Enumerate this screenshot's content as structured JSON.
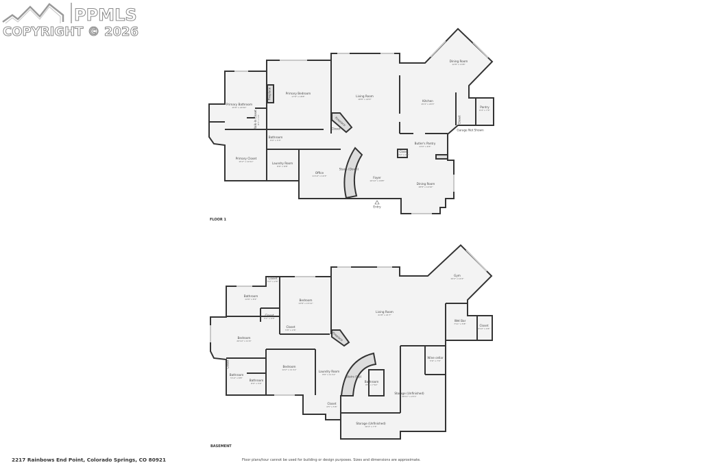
{
  "logo": {
    "brand": "PPMLS",
    "copyright": "COPYRIGHT © 2026"
  },
  "floor1": {
    "label": "FLOOR 1",
    "rooms": [
      {
        "name": "Primary Bathroom",
        "dims": "15'6\" x 20'10\""
      },
      {
        "name": "Primary Bedroom",
        "dims": "17'6\" x 18'8\""
      },
      {
        "name": "Fireplace",
        "dims": ""
      },
      {
        "name": "Walk-In Closet",
        "dims": "8'5\" x 5'6\""
      },
      {
        "name": "Bathroom",
        "dims": "8'0\" x 5'3\""
      },
      {
        "name": "Primary Closet",
        "dims": "15'2\" x 10'11\""
      },
      {
        "name": "Laundry Room",
        "dims": "8'6\" x 8'8\""
      },
      {
        "name": "Office",
        "dims": "11'10\" x 10'3\""
      },
      {
        "name": "Living Room",
        "dims": "18'8\" x 22'0\""
      },
      {
        "name": "Fireplace",
        "dims": ""
      },
      {
        "name": "Closet",
        "dims": ""
      },
      {
        "name": "Kitchen",
        "dims": "15'4\" x 20'3\""
      },
      {
        "name": "Dining Room",
        "dims": "12'8\" x 13'8\""
      },
      {
        "name": "Pantry",
        "dims": "6'4\" x 7'4\""
      },
      {
        "name": "Closet",
        "dims": ""
      },
      {
        "name": "Garage Not Shown",
        "dims": ""
      },
      {
        "name": "Butler's Pantry",
        "dims": "13'0\" x 6'5\""
      },
      {
        "name": "Closet",
        "dims": "3'2\" x 2'4\""
      },
      {
        "name": "Stairs (Down)",
        "dims": ""
      },
      {
        "name": "Foyer",
        "dims": "10'10\" x 18'8\""
      },
      {
        "name": "Dining Room",
        "dims": "18'8\" x 14'10\""
      },
      {
        "name": "Entry",
        "dims": ""
      }
    ]
  },
  "basement": {
    "label": "BASEMENT",
    "rooms": [
      {
        "name": "Closet",
        "dims": "5'2\" x 2'6\""
      },
      {
        "name": "Bathroom",
        "dims": "14'6\" x 8'2\""
      },
      {
        "name": "Bedroom",
        "dims": "13'8\" x 15'11\""
      },
      {
        "name": "Closet",
        "dims": "5'1\" x 6'8\""
      },
      {
        "name": "Closet",
        "dims": "5'8\" x 2'6\""
      },
      {
        "name": "Bedroom",
        "dims": "20'10\" x 11'9\""
      },
      {
        "name": "Fireplace",
        "dims": ""
      },
      {
        "name": "Living Room",
        "dims": "21'8\" x 21'7\""
      },
      {
        "name": "Gym",
        "dims": "10'2\" x 14'2\""
      },
      {
        "name": "Wet Bar",
        "dims": "7'11\" x 5'8\""
      },
      {
        "name": "Closet",
        "dims": "3'10\" x 4'6\""
      },
      {
        "name": "Wine cellar",
        "dims": "5'6\" x 7'0\""
      },
      {
        "name": "Closet",
        "dims": ""
      },
      {
        "name": "Bathroom",
        "dims": "5'10\" x 8'8\""
      },
      {
        "name": "Bathroom",
        "dims": "8'0\" x 5'4\""
      },
      {
        "name": "Bedroom",
        "dims": "14'2\" x 11'11\""
      },
      {
        "name": "Laundry Room",
        "dims": "8'6\" x 11'11\""
      },
      {
        "name": "Stairs (Up)",
        "dims": ""
      },
      {
        "name": "Bathroom",
        "dims": "8'8\" x 7'10\""
      },
      {
        "name": "Storage (Unfinished)",
        "dims": "28'11\" x 23'1\""
      },
      {
        "name": "Closet",
        "dims": "4'5\" x 5'6\""
      },
      {
        "name": "Storage (Unfinished)",
        "dims": "16'4\" x 7'3\""
      }
    ]
  },
  "footer": {
    "address": "2217 Rainbows End Point, Colorado Springs, CO 80921",
    "disclaimer": "Floor plans/tour cannot be used for building or design purposes. Sizes and dimensions are approximate."
  },
  "colors": {
    "wall": "#333333",
    "floor": "#f3f3f3",
    "window": "#c8c8c8"
  }
}
